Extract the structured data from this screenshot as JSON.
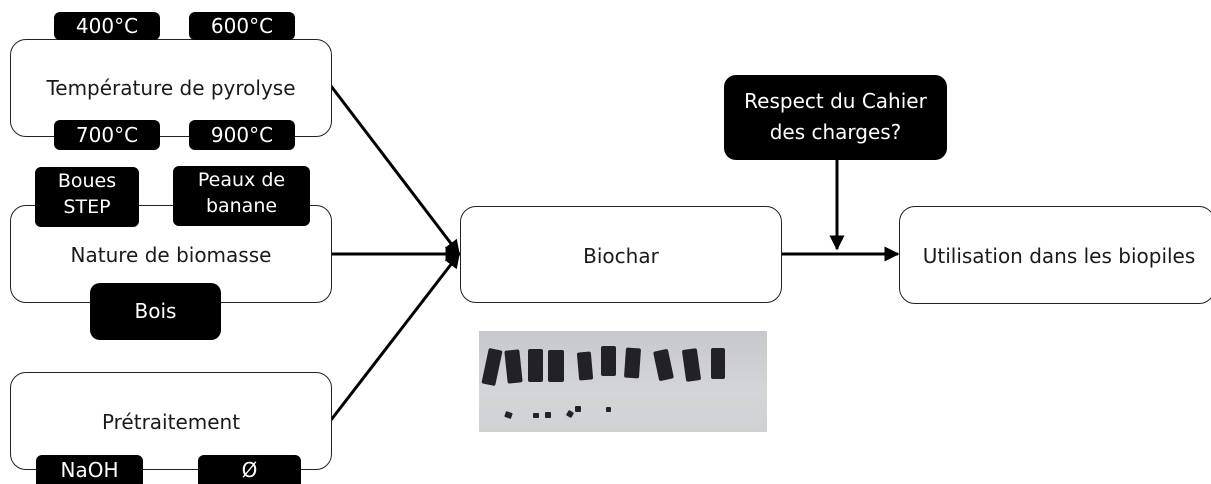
{
  "pyrolyse": {
    "title": "Température de pyrolyse",
    "temps": [
      "400°C",
      "600°C",
      "700°C",
      "900°C"
    ]
  },
  "biomasse": {
    "title": "Nature de biomasse",
    "options": [
      "Boues STEP",
      "Peaux de banane",
      "Bois"
    ]
  },
  "pretraitement": {
    "title": "Prétraitement",
    "options": [
      "NaOH",
      "Ø"
    ]
  },
  "biochar": {
    "title": "Biochar"
  },
  "cahier": {
    "line1": "Respect du Cahier",
    "line2": "des charges?"
  },
  "utilisation": {
    "title": "Utilisation dans les biopiles"
  },
  "colors": {
    "stroke": "#000000",
    "pill_fill": "#000000",
    "pill_text": "#ffffff"
  }
}
